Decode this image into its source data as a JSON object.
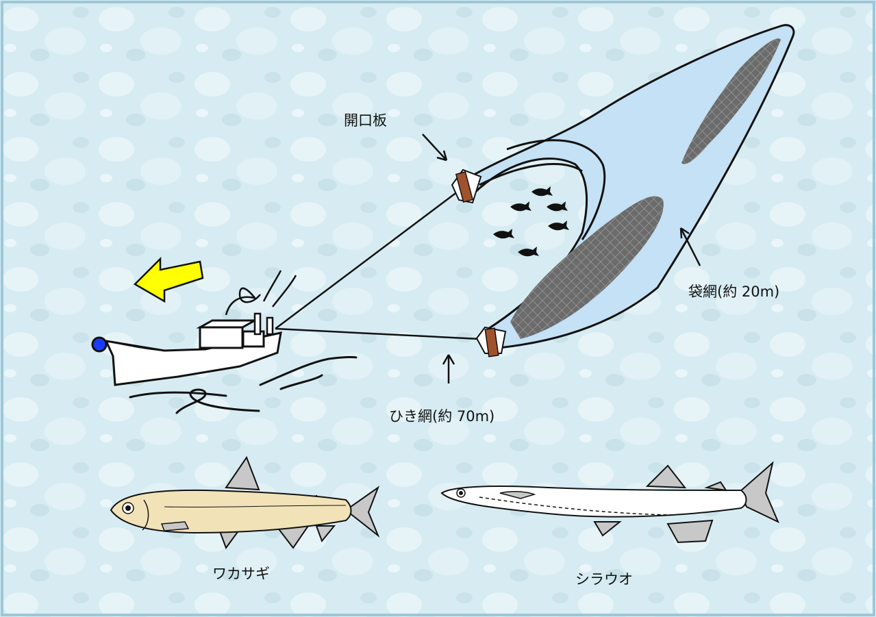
{
  "labels": {
    "board": "開口板",
    "bag_net": "袋網(約 20m)",
    "tow_rope": "ひき網(約 70m)",
    "fish_left": "ワカサギ",
    "fish_right": "シラウオ"
  },
  "colors": {
    "water": "#d6ecf2",
    "net": "#c4e1f5",
    "mesh": "#5a5a5a",
    "board": "#a0522d",
    "arrow": "#ffff00",
    "boat_light": "#1a3cff",
    "fin": "#c8c8c8"
  },
  "icons": {
    "direction": "yellow-direction-arrow",
    "boat": "fishing-boat-icon",
    "school": "fish-school-icon"
  }
}
